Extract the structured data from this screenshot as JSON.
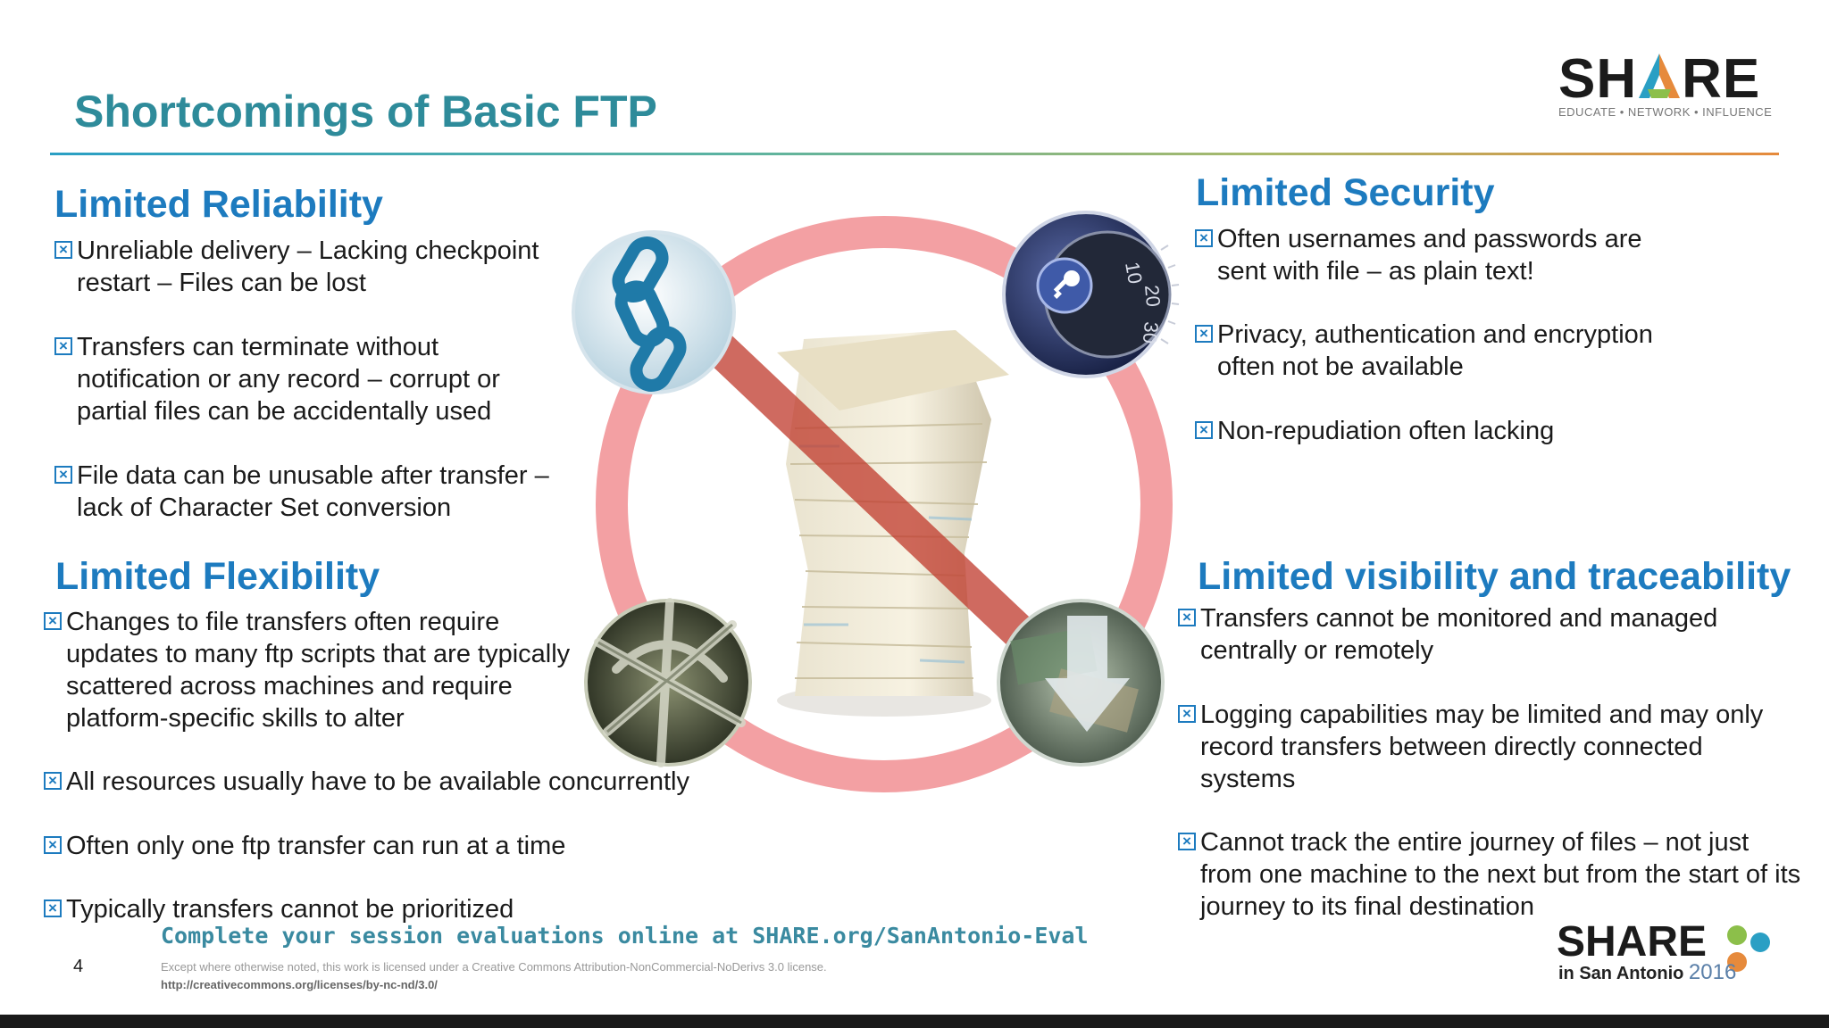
{
  "slide": {
    "title": "Shortcomings of Basic FTP",
    "page_number": "4"
  },
  "logo": {
    "word_left": "SH",
    "word_right": "RE",
    "tagline": "EDUCATE • NETWORK • INFLUENCE"
  },
  "reliability": {
    "heading": "Limited Reliability",
    "items": [
      "Unreliable delivery – Lacking checkpoint restart – Files can be lost",
      "Transfers can terminate without notification or any record – corrupt or partial files can be accidentally used",
      "File data can be unusable after transfer – lack of Character Set conversion"
    ]
  },
  "flexibility": {
    "heading": "Limited Flexibility",
    "items": [
      "Changes to file transfers often require updates to many ftp scripts that are typically scattered across machines and require platform-specific skills to alter",
      "All resources usually have to be available concurrently",
      "Often only one ftp transfer can run at a time",
      "Typically transfers cannot be prioritized"
    ]
  },
  "security": {
    "heading": "Limited Security",
    "items": [
      "Often usernames and passwords are sent with file – as plain text!",
      "Privacy, authentication and encryption often not be available",
      "Non-repudiation often lacking"
    ]
  },
  "visibility": {
    "heading": "Limited visibility and traceability",
    "items": [
      "Transfers cannot be monitored and managed centrally or remotely",
      "Logging capabilities may be limited and may only record transfers between directly connected systems",
      "Cannot track the entire journey of files – not just from one machine to the next but from the start of its journey to its final destination"
    ]
  },
  "dial_numbers": [
    "10",
    "20",
    "30"
  ],
  "footer": {
    "eval": "Complete your session evaluations online at SHARE.org/SanAntonio-Eval",
    "license": "Except where otherwise noted, this work is licensed under a Creative Commons Attribution-NonCommercial-NoDerivs 3.0 license.",
    "license_url": "http://creativecommons.org/licenses/by-nc-nd/3.0/",
    "share_word": "SHARE",
    "share_sub": "in San Antonio",
    "share_year": "2016"
  },
  "colors": {
    "title": "#2e8b9a",
    "heading": "#1d7bbf",
    "prohibition": "#f3a0a3",
    "prohibition_bar": "#c0392b"
  },
  "icons": [
    "checkbox-x-icon",
    "chain-icon",
    "safe-dial-icon",
    "highway-icon",
    "money-download-icon",
    "paper-stack-icon",
    "prohibition-sign-icon"
  ]
}
